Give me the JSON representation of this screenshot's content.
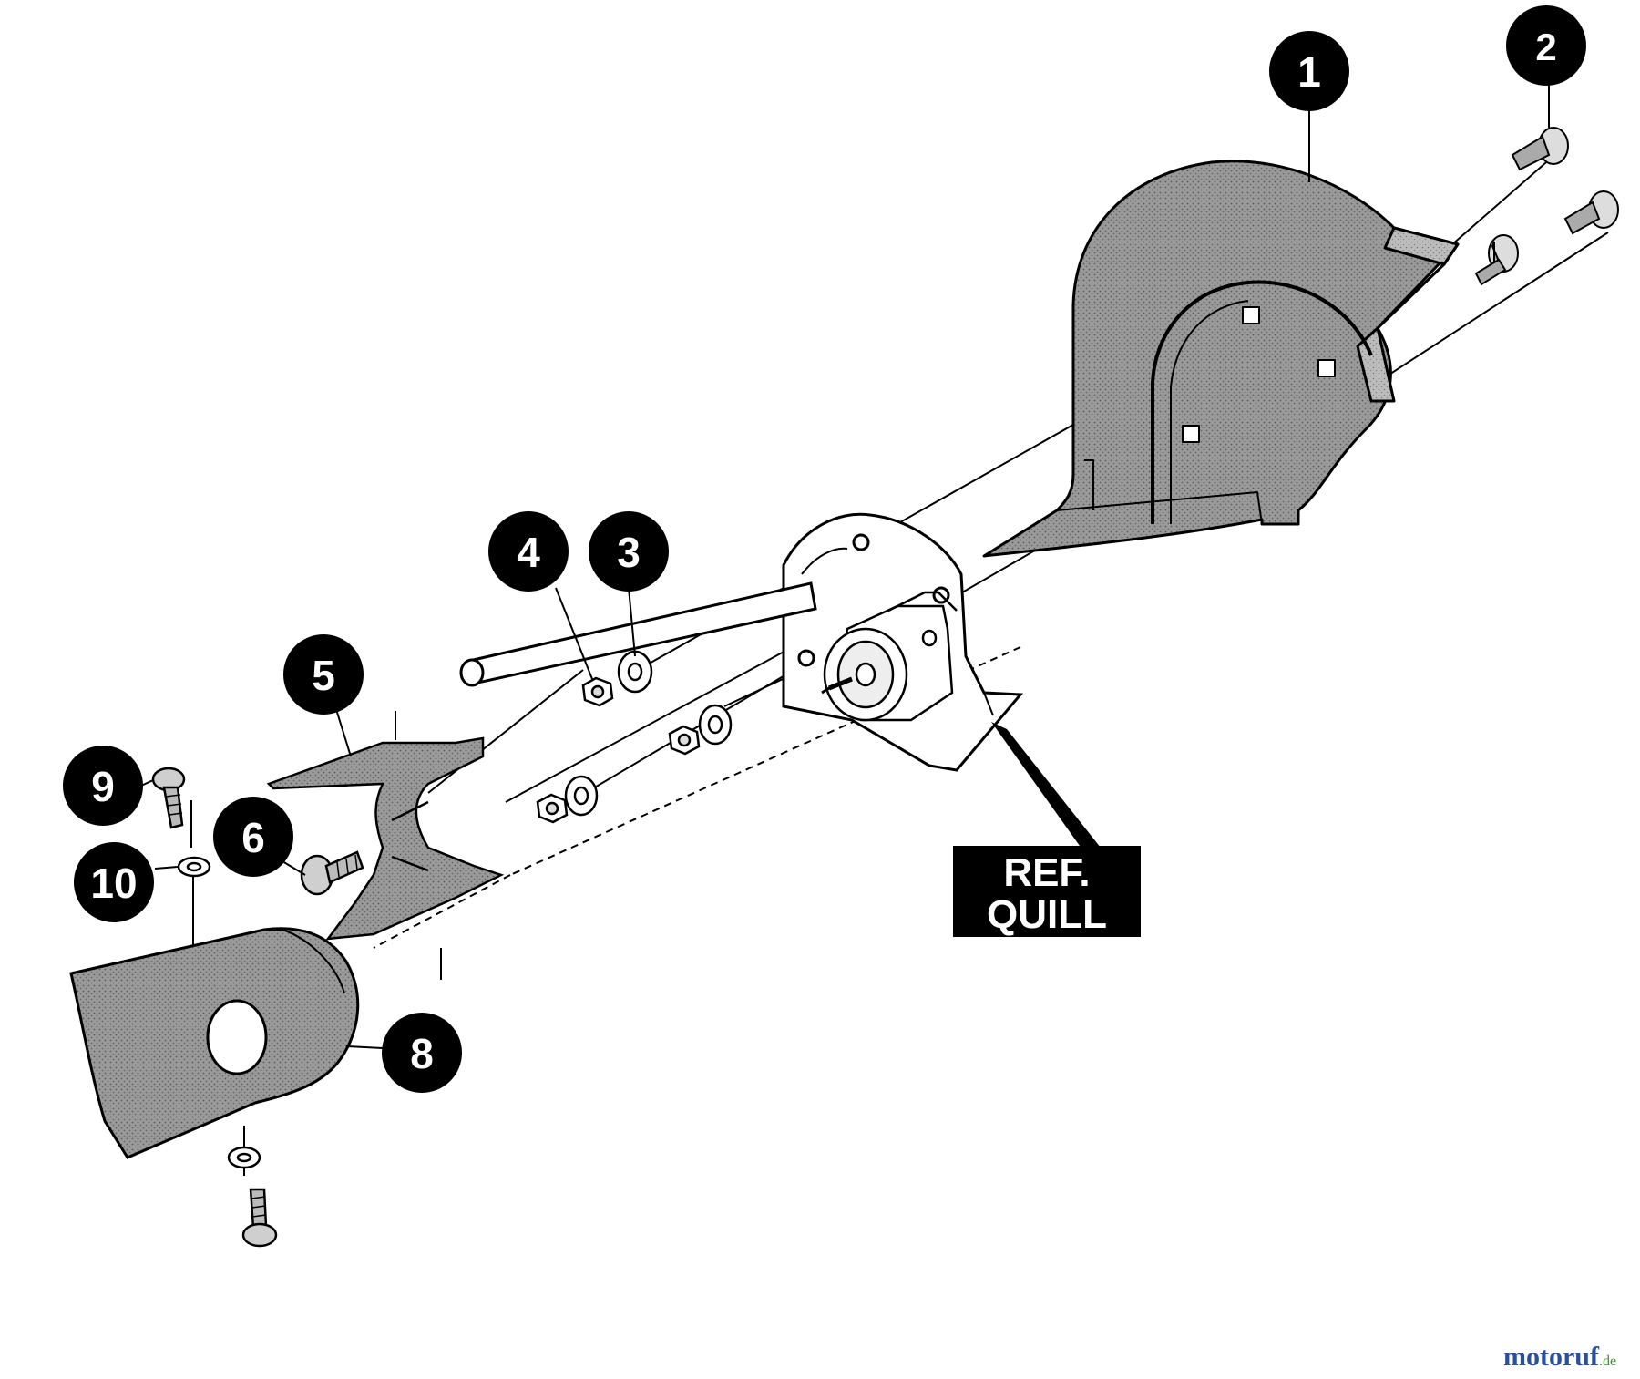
{
  "diagram": {
    "callouts": [
      {
        "id": "1",
        "label": "1"
      },
      {
        "id": "2",
        "label": "2"
      },
      {
        "id": "3",
        "label": "3"
      },
      {
        "id": "4",
        "label": "4"
      },
      {
        "id": "5",
        "label": "5"
      },
      {
        "id": "6",
        "label": "6"
      },
      {
        "id": "8",
        "label": "8"
      },
      {
        "id": "9",
        "label": "9"
      },
      {
        "id": "10",
        "label": "10"
      }
    ],
    "reference_label": {
      "line1": "REF.",
      "line2": "QUILL"
    }
  },
  "watermark": {
    "brand": "motoruf",
    "suffix": ".de"
  },
  "colors": {
    "ink": "#000000",
    "part_fill": "#8f8f8f",
    "part_fill_light": "#b5b5b5",
    "background": "#ffffff",
    "watermark_blue": "#2a4f9c",
    "watermark_orange": "#e07a1a",
    "watermark_green": "#3f8f3a"
  }
}
